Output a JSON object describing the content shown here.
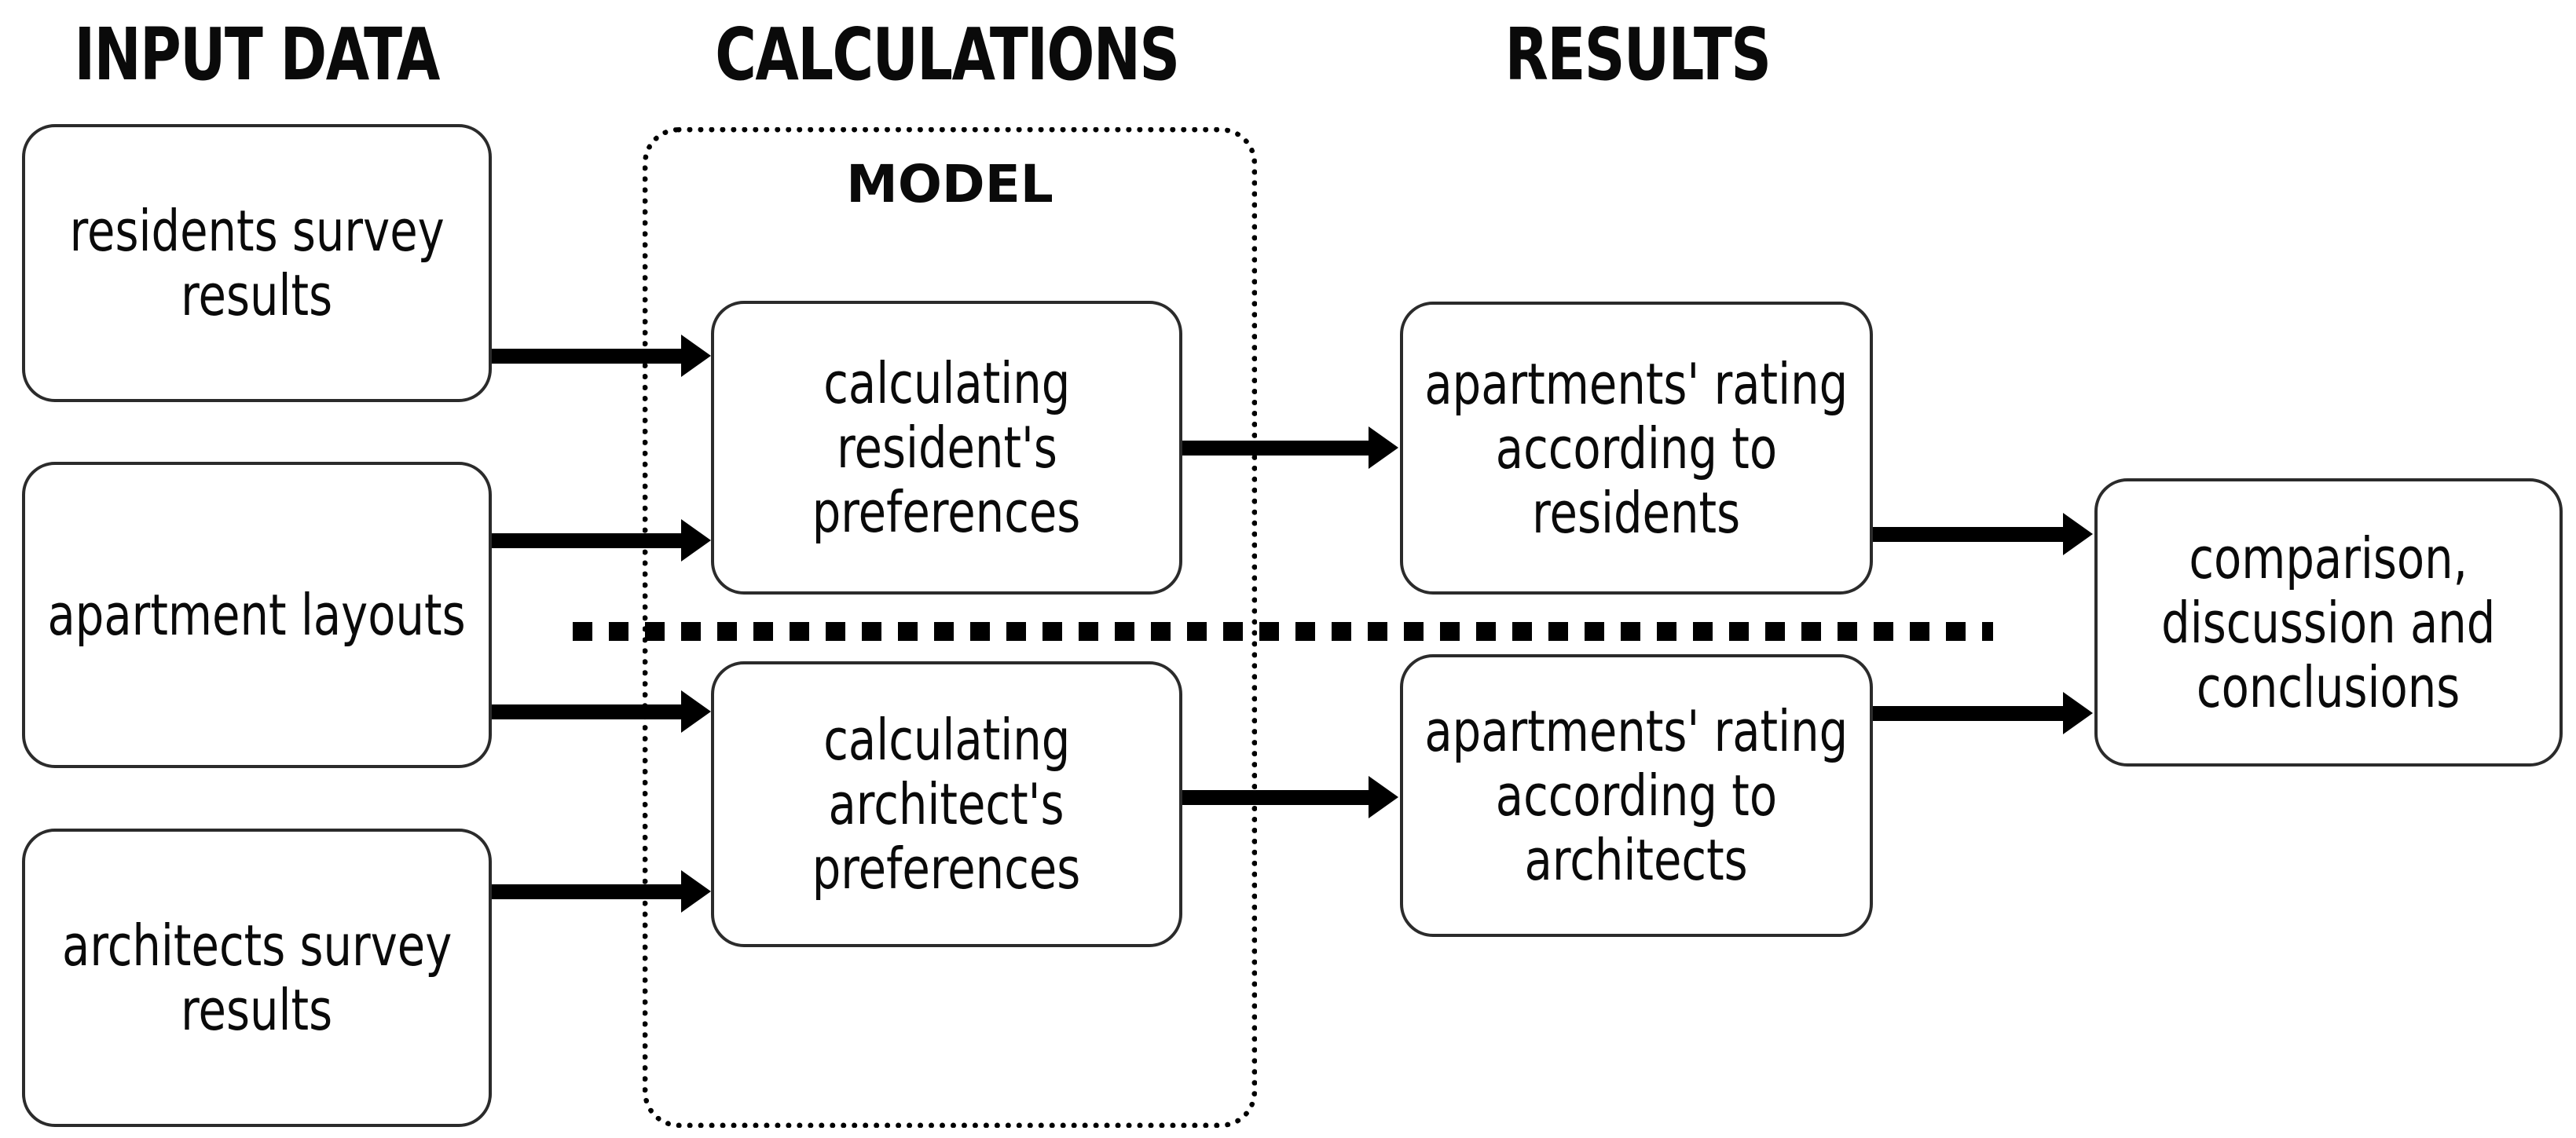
{
  "headers": {
    "input": "INPUT DATA",
    "calculations": "CALCULATIONS",
    "results": "RESULTS"
  },
  "model": {
    "label": "MODEL"
  },
  "nodes": {
    "residents_survey": {
      "lines": [
        "residents survey",
        "results"
      ]
    },
    "apartment_layouts": {
      "lines": [
        "apartment layouts"
      ]
    },
    "architects_survey": {
      "lines": [
        "architects survey",
        "results"
      ]
    },
    "calc_resident": {
      "lines": [
        "calculating",
        "resident's",
        "preferences"
      ]
    },
    "calc_architect": {
      "lines": [
        "calculating",
        "architect's",
        "preferences"
      ]
    },
    "rating_residents": {
      "lines": [
        "apartments' rating",
        "according to",
        "residents"
      ]
    },
    "rating_architects": {
      "lines": [
        "apartments' rating",
        "according to",
        "architects"
      ]
    },
    "comparison": {
      "lines": [
        "comparison,",
        "discussion and",
        "conclusions"
      ]
    }
  },
  "colors": {
    "background": "#ffffff",
    "text": "#0a0a0a",
    "box_border": "#2b2b2b",
    "arrow": "#000000"
  }
}
